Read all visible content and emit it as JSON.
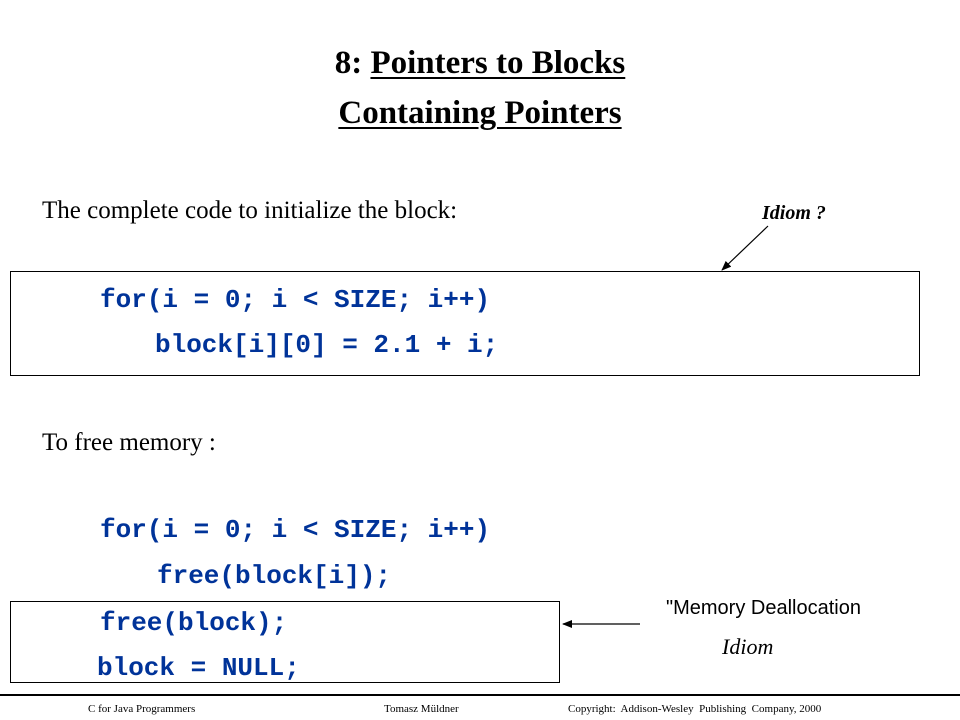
{
  "title": {
    "prefix": "8: ",
    "line1": "Pointers to Blocks",
    "line2": "Containing Pointers"
  },
  "intro_text": "The complete code to initialize the block:",
  "init_code": {
    "line1": "for(i = 0; i < SIZE; i++)",
    "line2": "block[i][0] = 2.1 + i;"
  },
  "idiom_note": "Idiom ?",
  "free_text": "To free memory :",
  "free_code": {
    "line1": "for(i = 0; i < SIZE; i++)",
    "line2": "free(block[i]);",
    "line3": "free(block);",
    "line4": "block = NULL;"
  },
  "dealloc_note": {
    "line1": "\"Memory Deallocation",
    "line2": "Idiom"
  },
  "footer": {
    "left": "C for Java Programmers",
    "center": "Tomasz Müldner",
    "right": "Copyright:  Addison-Wesley  Publishing  Company, 2000"
  }
}
